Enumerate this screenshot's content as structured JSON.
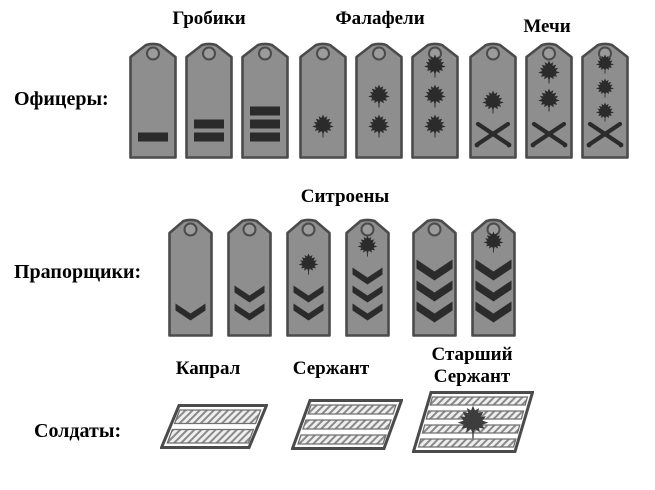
{
  "rows": {
    "officers": {
      "label": "Офицеры:",
      "groups": [
        {
          "name": "grobiki",
          "title": "Гробики",
          "boards": [
            {
              "symbol": "bars",
              "count": 1
            },
            {
              "symbol": "bars",
              "count": 2
            },
            {
              "symbol": "bars",
              "count": 3
            }
          ]
        },
        {
          "name": "falafeli",
          "title": "Фалафели",
          "boards": [
            {
              "symbol": "leaves",
              "count": 1
            },
            {
              "symbol": "leaves",
              "count": 2
            },
            {
              "symbol": "leaves",
              "count": 3
            }
          ]
        },
        {
          "name": "mechi",
          "title": "Мечи",
          "boards": [
            {
              "symbol": "swords-leaves",
              "count": 1
            },
            {
              "symbol": "swords-leaves",
              "count": 2
            },
            {
              "symbol": "swords-leaves",
              "count": 3
            }
          ]
        }
      ]
    },
    "warrants": {
      "label": "Прапорщики:",
      "group_title": "Ситроены",
      "boards": [
        {
          "chevrons": 1,
          "leaf": false,
          "large": false
        },
        {
          "chevrons": 2,
          "leaf": false,
          "large": false
        },
        {
          "chevrons": 2,
          "leaf": true,
          "large": false
        },
        {
          "chevrons": 3,
          "leaf": true,
          "large": false
        },
        {
          "chevrons": 3,
          "leaf": false,
          "large": true
        },
        {
          "chevrons": 3,
          "leaf": true,
          "large": true
        }
      ]
    },
    "soldiers": {
      "label": "Солдаты:",
      "patches": [
        {
          "title": "Капрал",
          "stripes": 2,
          "leaf": false
        },
        {
          "title": "Сержант",
          "stripes": 3,
          "leaf": false
        },
        {
          "title": "Старший Сержант",
          "title_lines": [
            "Старший",
            "Сержант"
          ],
          "stripes": 4,
          "leaf": true
        }
      ]
    }
  },
  "colors": {
    "background": "#ffffff",
    "text": "#000000",
    "board_fill": "#8e8e8e",
    "board_border": "#4b4b4b",
    "button_fill": "#9b9b9b",
    "symbol": "#2b2b2b",
    "patch_bg": "#ffffff",
    "stripe_hatch": "#8a8a8a",
    "patch_leaf": "#3d3d3d"
  }
}
